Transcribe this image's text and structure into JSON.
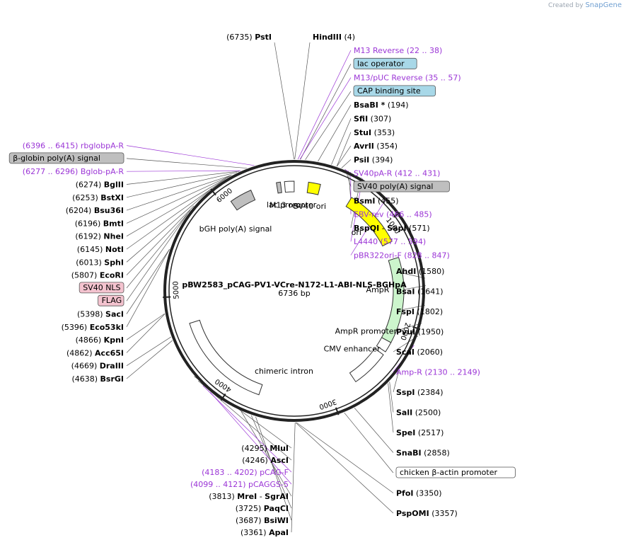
{
  "credit": {
    "prefix": "Created by",
    "brand": "SnapGene"
  },
  "plasmid": {
    "name": "pBW2583_pCAG-PV1-VCre-N172-L1-ABI-NLS-BGHpA",
    "size": "6736 bp",
    "length": 6736
  },
  "ticks": [
    "1000",
    "2000",
    "3000",
    "4000",
    "5000",
    "6000"
  ],
  "colors": {
    "primer": "#9b35d6",
    "site": "#000000",
    "backbone": "#222222"
  },
  "top_right_sites": [
    {
      "pos": "(6735)",
      "name": "PstI",
      "bp": 6735,
      "side": "L"
    },
    {
      "pos": "(4)",
      "name": "HindIII",
      "bp": 4,
      "side": "R"
    }
  ],
  "right_labels": [
    {
      "kind": "primer",
      "name": "M13 Reverse",
      "pos": "(22 .. 38)",
      "bp": 30
    },
    {
      "kind": "feature_box",
      "name": "lac operator",
      "bp": 50,
      "fill": "#a8d8e8"
    },
    {
      "kind": "primer",
      "name": "M13/pUC Reverse",
      "pos": "(35 .. 57)",
      "bp": 46
    },
    {
      "kind": "feature_box",
      "name": "CAP binding site",
      "bp": 90,
      "fill": "#a8d8e8"
    },
    {
      "kind": "site",
      "name": "BsaBI *",
      "pos": "(194)",
      "bp": 194
    },
    {
      "kind": "site",
      "name": "SfiI",
      "pos": "(307)",
      "bp": 307
    },
    {
      "kind": "site",
      "name": "StuI",
      "pos": "(353)",
      "bp": 353
    },
    {
      "kind": "site",
      "name": "AvrII",
      "pos": "(354)",
      "bp": 354
    },
    {
      "kind": "site",
      "name": "PsiI",
      "pos": "(394)",
      "bp": 394
    },
    {
      "kind": "primer",
      "name": "SV40pA-R",
      "pos": "(412 .. 431)",
      "bp": 421
    },
    {
      "kind": "feature_box",
      "name": "SV40 poly(A) signal",
      "bp": 430,
      "fill": "#bfbfbf"
    },
    {
      "kind": "site",
      "name": "BsmI",
      "pos": "(455)",
      "bp": 455
    },
    {
      "kind": "primer",
      "name": "EBV-rev",
      "pos": "(466 .. 485)",
      "bp": 475
    },
    {
      "kind": "site2",
      "name": "BspQI",
      "name2": "SapI",
      "pos": "(571)",
      "bp": 571
    },
    {
      "kind": "primer",
      "name": "L4440",
      "pos": "(577 .. 594)",
      "bp": 585
    },
    {
      "kind": "primer",
      "name": "pBR322ori-F",
      "pos": "(828 .. 847)",
      "bp": 837
    }
  ],
  "right_lower_labels": [
    {
      "kind": "site",
      "name": "AhdI",
      "pos": "(1580)",
      "bp": 1580
    },
    {
      "kind": "site",
      "name": "BsaI",
      "pos": "(1641)",
      "bp": 1641
    },
    {
      "kind": "site",
      "name": "FspI",
      "pos": "(1802)",
      "bp": 1802
    },
    {
      "kind": "site",
      "name": "PvuI",
      "pos": "(1950)",
      "bp": 1950
    },
    {
      "kind": "site",
      "name": "ScaI",
      "pos": "(2060)",
      "bp": 2060
    },
    {
      "kind": "primer",
      "name": "Amp-R",
      "pos": "(2130 .. 2149)",
      "bp": 2140
    },
    {
      "kind": "site",
      "name": "SspI",
      "pos": "(2384)",
      "bp": 2384
    },
    {
      "kind": "site",
      "name": "SalI",
      "pos": "(2500)",
      "bp": 2500
    },
    {
      "kind": "site",
      "name": "SpeI",
      "pos": "(2517)",
      "bp": 2517
    },
    {
      "kind": "site",
      "name": "SnaBI",
      "pos": "(2858)",
      "bp": 2858
    },
    {
      "kind": "feature_box",
      "name": "chicken β-actin promoter",
      "bp": 2950,
      "fill": "#ffffff"
    },
    {
      "kind": "site",
      "name": "PfoI",
      "pos": "(3350)",
      "bp": 3350
    },
    {
      "kind": "site",
      "name": "PspOMI",
      "pos": "(3357)",
      "bp": 3357
    }
  ],
  "bottom_left_labels": [
    {
      "kind": "site",
      "name": "ApaI",
      "pos": "(3361)",
      "bp": 3361
    },
    {
      "kind": "site",
      "name": "BsiWI",
      "pos": "(3687)",
      "bp": 3687
    },
    {
      "kind": "site",
      "name": "PaqCI",
      "pos": "(3725)",
      "bp": 3725
    },
    {
      "kind": "site2",
      "name": "MreI",
      "name2": "SgrAI",
      "pos": "(3813)",
      "bp": 3813
    },
    {
      "kind": "primer",
      "name": "pCAGGS-5",
      "pos": "(4099 .. 4121)",
      "bp": 4110
    },
    {
      "kind": "primer",
      "name": "pCAG-F",
      "pos": "(4183 .. 4202)",
      "bp": 4192
    },
    {
      "kind": "site",
      "name": "AscI",
      "pos": "(4246)",
      "bp": 4246
    },
    {
      "kind": "site",
      "name": "MluI",
      "pos": "(4295)",
      "bp": 4295
    }
  ],
  "left_labels": [
    {
      "kind": "site",
      "name": "BsrGI",
      "pos": "(4638)",
      "bp": 4638
    },
    {
      "kind": "site",
      "name": "DraIII",
      "pos": "(4669)",
      "bp": 4669
    },
    {
      "kind": "site",
      "name": "Acc65I",
      "pos": "(4862)",
      "bp": 4862
    },
    {
      "kind": "site",
      "name": "KpnI",
      "pos": "(4866)",
      "bp": 4866
    },
    {
      "kind": "site",
      "name": "Eco53kI",
      "pos": "(5396)",
      "bp": 5396
    },
    {
      "kind": "site",
      "name": "SacI",
      "pos": "(5398)",
      "bp": 5398
    },
    {
      "kind": "feature_box",
      "name": "FLAG",
      "bp": 5720,
      "fill": "#f4c3cf"
    },
    {
      "kind": "feature_box",
      "name": "SV40 NLS",
      "bp": 5760,
      "fill": "#f4c3cf"
    },
    {
      "kind": "site",
      "name": "EcoRI",
      "pos": "(5807)",
      "bp": 5807
    },
    {
      "kind": "site",
      "name": "SphI",
      "pos": "(6013)",
      "bp": 6013
    },
    {
      "kind": "site",
      "name": "NotI",
      "pos": "(6145)",
      "bp": 6145
    },
    {
      "kind": "site",
      "name": "NheI",
      "pos": "(6192)",
      "bp": 6192
    },
    {
      "kind": "site",
      "name": "BmtI",
      "pos": "(6196)",
      "bp": 6196
    },
    {
      "kind": "site",
      "name": "Bsu36I",
      "pos": "(6204)",
      "bp": 6204
    },
    {
      "kind": "site",
      "name": "BstXI",
      "pos": "(6253)",
      "bp": 6253
    },
    {
      "kind": "site",
      "name": "BglII",
      "pos": "(6274)",
      "bp": 6274
    },
    {
      "kind": "primer",
      "name": "Bglob-pA-R",
      "pos": "(6277 .. 6296)",
      "bp": 6286
    },
    {
      "kind": "feature_box",
      "name": "β-globin poly(A) signal",
      "bp": 6340,
      "fill": "#bfbfbf"
    },
    {
      "kind": "primer",
      "name": "rbglobpA-R",
      "pos": "(6396 .. 6415)",
      "bp": 6405
    }
  ],
  "features": [
    {
      "name": "ori",
      "start": 590,
      "end": 1180,
      "dir": 1,
      "fill": "#ffff00",
      "track": 0
    },
    {
      "name": "AmpR",
      "start": 1350,
      "end": 2210,
      "dir": -1,
      "fill": "#ccf5cc",
      "track": 0
    },
    {
      "name": "AmpR promoter",
      "start": 2210,
      "end": 2315,
      "dir": -1,
      "fill": "#ffffff",
      "track": 0
    },
    {
      "name": "CMV enhancer",
      "start": 2350,
      "end": 2730,
      "dir": 1,
      "fill": "#ffffff",
      "track": 0
    },
    {
      "name": "chimeric intron",
      "start": 3720,
      "end": 4730,
      "dir": 1,
      "fill": "#ffffff",
      "track": 0
    },
    {
      "name": "bGH poly(A) signal",
      "start": 6075,
      "end": 6300,
      "dir": 0,
      "fill": "#bfbfbf",
      "track": 0
    },
    {
      "name": "M13 rev",
      "start": 6560,
      "end": 6600,
      "dir": 0,
      "fill": "#bfbfbf",
      "track": 0
    },
    {
      "name": "lac promoter",
      "start": 6640,
      "end": 6735,
      "dir": 0,
      "fill": "#ffffff",
      "track": 0
    },
    {
      "name": "SV40 ori",
      "start": 140,
      "end": 260,
      "dir": 0,
      "fill": "#ffff00",
      "track": 0
    }
  ],
  "feature_labels": [
    {
      "text": "M13 rev",
      "bp": 6620
    },
    {
      "text": "lac promoter",
      "bp": 6700
    },
    {
      "text": "SV40 ori",
      "bp": 200
    },
    {
      "text": "ori",
      "bp": 900
    },
    {
      "text": "AmpR",
      "bp": 1700
    },
    {
      "text": "AmpR promoter",
      "bp": 2260
    },
    {
      "text": "CMV enhancer",
      "bp": 2550
    },
    {
      "text": "chimeric intron",
      "bp": 3500
    },
    {
      "text": "bGH poly(A) signal",
      "bp": 5900
    }
  ]
}
